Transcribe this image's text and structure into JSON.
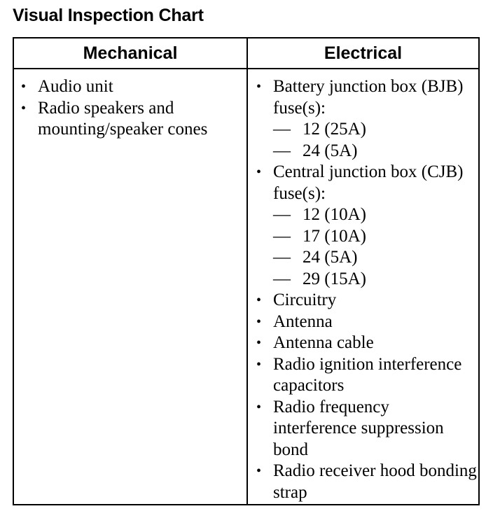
{
  "title": "Visual Inspection Chart",
  "table": {
    "headers": {
      "mechanical": "Mechanical",
      "electrical": "Electrical"
    },
    "mechanical": [
      "Audio unit",
      "Radio speakers and mounting/speaker cones"
    ],
    "electrical": [
      {
        "text": "Battery junction box (BJB) fuse(s):",
        "sub": [
          "12 (25A)",
          "24 (5A)"
        ]
      },
      {
        "text": "Central junction box (CJB) fuse(s):",
        "sub": [
          "12 (10A)",
          "17 (10A)",
          "24 (5A)",
          "29 (15A)"
        ]
      },
      {
        "text": "Circuitry"
      },
      {
        "text": "Antenna"
      },
      {
        "text": "Antenna cable"
      },
      {
        "text": "Radio ignition interference capacitors"
      },
      {
        "text": "Radio frequency interference suppression bond"
      },
      {
        "text": "Radio receiver hood bonding strap"
      }
    ]
  },
  "glyphs": {
    "bullet": "•",
    "dash": "—"
  }
}
